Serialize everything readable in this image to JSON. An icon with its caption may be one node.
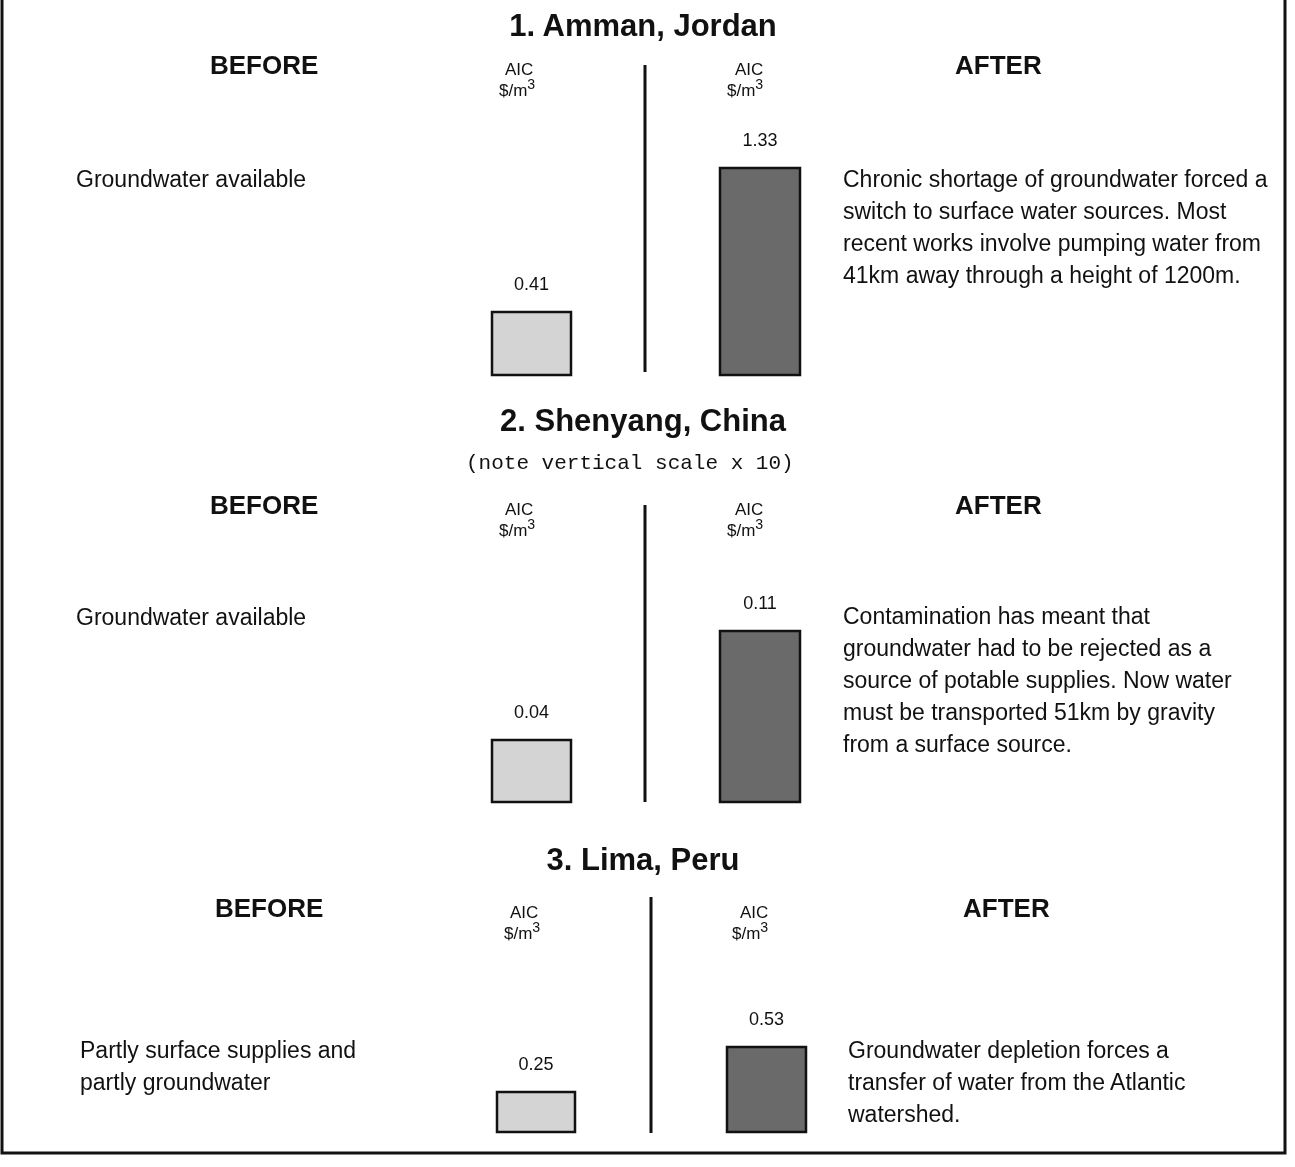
{
  "diagram": {
    "nodes": [
      {
        "text": [],
        "shape": "bar",
        "beside": [
          "0.41"
        ]
      },
      {
        "text": [],
        "shape": "bar",
        "beside": [
          "1.33"
        ]
      },
      {
        "text": [],
        "shape": "bar",
        "beside": [
          "0.04"
        ]
      },
      {
        "text": [],
        "shape": "bar",
        "beside": [
          "0.11"
        ]
      },
      {
        "text": [],
        "shape": "bar",
        "beside": [
          "0.25"
        ]
      },
      {
        "text": [],
        "shape": "bar",
        "beside": [
          "0.53"
        ]
      }
    ],
    "labels": [
      "1. Amman, Jordan",
      "BEFORE",
      "AIC",
      "AIC",
      "AFTER",
      "$/m$^{3}$",
      "$/m$^{3}$",
      "Groundwater available",
      "Chronic shortage of groundwater forced a switch to surface water sources. Most recent works involve pumping water from 41km away through a height of 1200m.",
      "2. Shenyang, China",
      "(note vertical scale x 10)",
      "BEFORE",
      "AIC",
      "AIC",
      "AFTER",
      "$/m$^{3}$",
      "$/m$^{3}$",
      "Groundwater available",
      "Contamination has meant that groundwater had to be rejected as a source of potable supplies. Now water must be transported 51km by gravity from a surface source.",
      "3. Lima, Peru",
      "BEFORE",
      "AIC",
      "AIC",
      "AFTER",
      "$/m$^{3}$",
      "$/m$^{3}$",
      "Partly surface supplies and partly groundwater",
      "Groundwater depletion forces a transfer of water from the Atlantic watershed."
    ]
  }
}
